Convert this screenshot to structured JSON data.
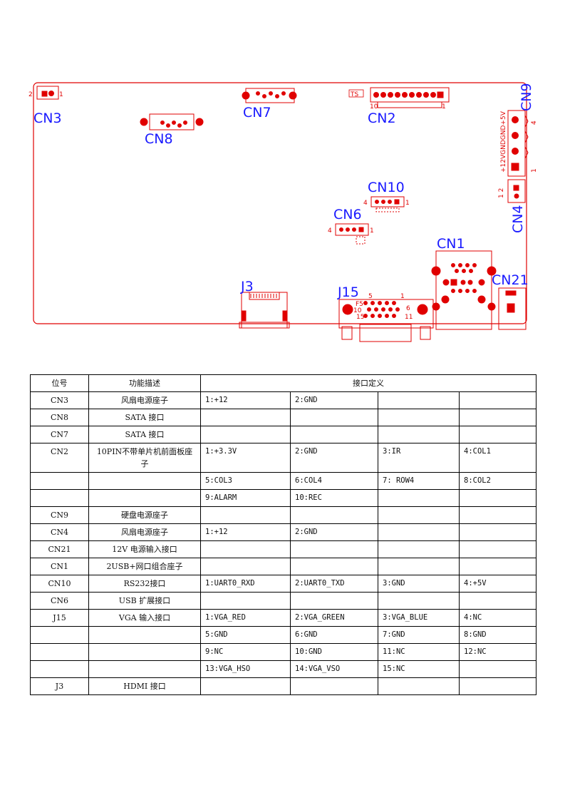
{
  "board": {
    "labels": {
      "cn3": "CN3",
      "cn8": "CN8",
      "cn7": "CN7",
      "cn2": "CN2",
      "cn9": "CN9",
      "cn10": "CN10",
      "cn6": "CN6",
      "cn4": "CN4",
      "cn1": "CN1",
      "cn21": "CN21",
      "j3": "J3",
      "j15": "J15"
    },
    "pin_marks": {
      "cn3_left": "2",
      "cn3_right": "1",
      "cn2_ts": "TS",
      "cn2_left": "10",
      "cn2_right": "1",
      "cn9_vertical": "+12VGNDGND+5V",
      "cn9_top": "4",
      "cn9_bottom": "1",
      "cn4_vertical": "1 2",
      "cn10_left": "4",
      "cn10_right": "1",
      "cn6_left": "4",
      "cn6_right": "1",
      "j15_5": "5",
      "j15_1": "1",
      "j15_f5": "F5",
      "j15_6": "6",
      "j15_10": "10",
      "j15_15": "15",
      "j15_11": "11"
    },
    "colors": {
      "outline": "#e00000",
      "labels": "#1a1aff"
    }
  },
  "table": {
    "headers": [
      "位号",
      "功能描述",
      "接口定义"
    ],
    "rows": [
      [
        "CN3",
        "风扇电源座子",
        "1:+12",
        "2:GND",
        "",
        ""
      ],
      [
        "CN8",
        "SATA 接口",
        "",
        "",
        "",
        ""
      ],
      [
        "CN7",
        "SATA 接口",
        "",
        "",
        "",
        ""
      ],
      [
        "CN2",
        "10PIN不带单片机前面板座子",
        "1:+3.3V",
        "2:GND",
        "3:IR",
        "4:COL1"
      ],
      [
        "",
        "",
        "5:COL3",
        "6:COL4",
        "7: ROW4",
        "8:COL2"
      ],
      [
        "",
        "",
        "9:ALARM",
        "10:REC",
        "",
        ""
      ],
      [
        "CN9",
        "硬盘电源座子",
        "",
        "",
        "",
        ""
      ],
      [
        "CN4",
        "风扇电源座子",
        "1:+12",
        "2:GND",
        "",
        ""
      ],
      [
        "CN21",
        "12V 电源输入接口",
        "",
        "",
        "",
        ""
      ],
      [
        "CN1",
        "2USB+网口组合座子",
        "",
        "",
        "",
        ""
      ],
      [
        "CN10",
        "RS232接口",
        "1:UART0_RXD",
        "2:UART0_TXD",
        "3:GND",
        "4:+5V"
      ],
      [
        "CN6",
        "USB 扩展接口",
        "",
        "",
        "",
        ""
      ],
      [
        "J15",
        "VGA 输入接口",
        "1:VGA_RED",
        "2:VGA_GREEN",
        "3:VGA_BLUE",
        "4:NC"
      ],
      [
        "",
        "",
        "5:GND",
        "6:GND",
        "7:GND",
        "8:GND"
      ],
      [
        "",
        "",
        "9:NC",
        "10:GND",
        "11:NC",
        "12:NC"
      ],
      [
        "",
        "",
        "13:VGA_HSO",
        "14:VGA_VSO",
        "15:NC",
        ""
      ],
      [
        "J3",
        "HDMI 接口",
        "",
        "",
        "",
        ""
      ]
    ]
  }
}
